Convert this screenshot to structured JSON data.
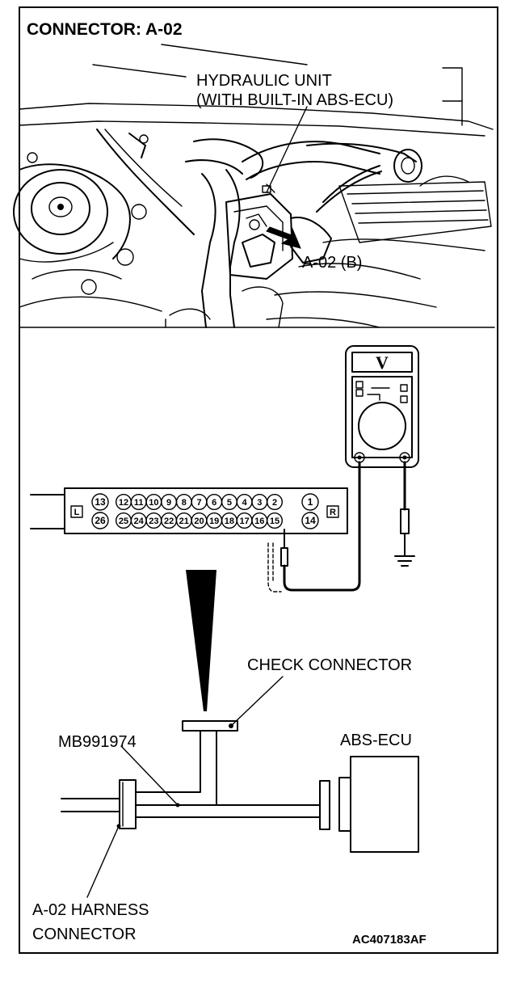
{
  "header": {
    "title": "CONNECTOR: A-02"
  },
  "photo": {
    "unit_label_line1": "HYDRAULIC UNIT",
    "unit_label_line2": "(WITH BUILT-IN ABS-ECU)",
    "connector_label": "A-02 (B)"
  },
  "voltmeter": {
    "symbol": "V"
  },
  "connector_pins": {
    "side_left": "L",
    "side_right": "R",
    "top_row": [
      "13",
      "12",
      "11",
      "10",
      "9",
      "8",
      "7",
      "6",
      "5",
      "4",
      "3",
      "2",
      "1"
    ],
    "bottom_row": [
      "26",
      "25",
      "24",
      "23",
      "22",
      "21",
      "20",
      "19",
      "18",
      "17",
      "16",
      "15",
      "14"
    ]
  },
  "schematic": {
    "check_connector": "CHECK CONNECTOR",
    "tool_number": "MB991974",
    "ecu": "ABS-ECU",
    "harness_line1": "A-02 HARNESS",
    "harness_line2": "CONNECTOR"
  },
  "figure_code": "AC407183AF"
}
